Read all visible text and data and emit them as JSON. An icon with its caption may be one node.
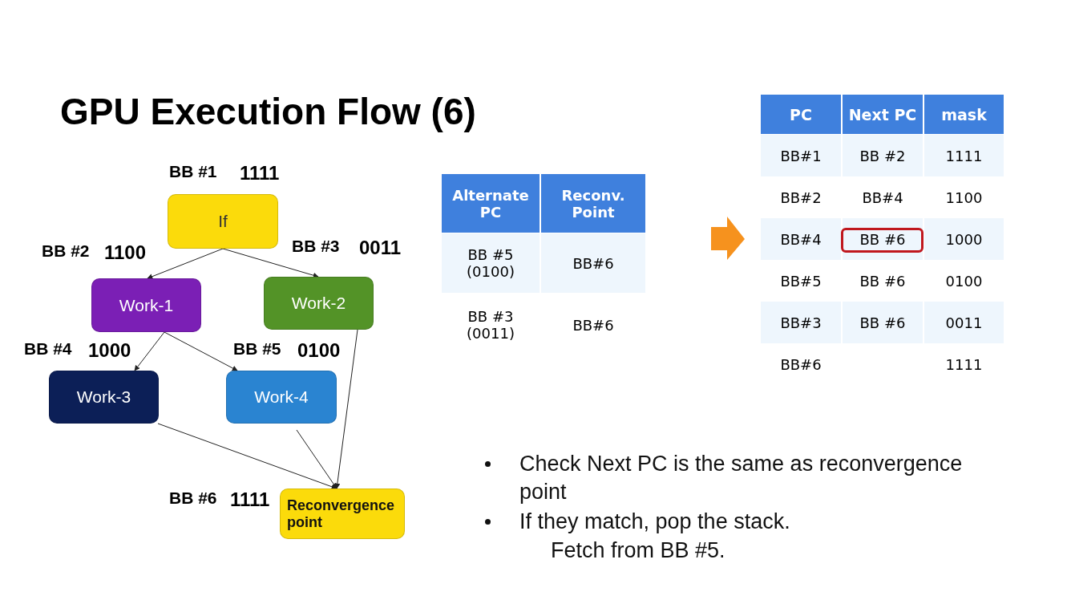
{
  "diagram": {
    "title": "GPU Execution Flow (6)",
    "nodes": [
      {
        "text": [
          "If"
        ],
        "beside": [
          "BB #1",
          "1111"
        ]
      },
      {
        "text": [
          "Work-1"
        ],
        "beside": [
          "BB #2",
          "1100"
        ]
      },
      {
        "text": [
          "Work-2"
        ],
        "beside": [
          "BB #3",
          "0011"
        ]
      },
      {
        "text": [
          "Work-3"
        ],
        "beside": [
          "BB #4",
          "1000"
        ]
      },
      {
        "text": [
          "Work-4"
        ],
        "beside": [
          "BB #5",
          "0100"
        ]
      },
      {
        "text": [
          "Reconvergence point"
        ],
        "beside": [
          "BB #6",
          "1111"
        ]
      }
    ],
    "edges": [
      {
        "from": 0,
        "to": 1,
        "arrow": "to"
      },
      {
        "from": 0,
        "to": 2,
        "arrow": "to"
      },
      {
        "from": 1,
        "to": 3,
        "arrow": "to"
      },
      {
        "from": 1,
        "to": 4,
        "arrow": "to"
      },
      {
        "from": 3,
        "to": 5,
        "arrow": "to"
      },
      {
        "from": 4,
        "to": 5,
        "arrow": "to"
      },
      {
        "from": 2,
        "to": 5,
        "arrow": "to"
      }
    ],
    "labels": [
      "Alternate PC",
      "Reconv. Point",
      "BB #5 (0100)",
      "BB#6",
      "BB #3 (0011)",
      "BB#6",
      "PC",
      "Next PC",
      "mask",
      "BB#1",
      "BB #2",
      "1111",
      "BB#2",
      "BB#4",
      "1100",
      "BB#4",
      "BB #6",
      "1000",
      "BB#5",
      "BB #6",
      "0100",
      "BB#3",
      "BB #6",
      "0011",
      "BB#6",
      "1111",
      "Check Next PC is the same as reconvergence point",
      "If they match, pop the stack.",
      "Fetch from BB #5."
    ]
  }
}
